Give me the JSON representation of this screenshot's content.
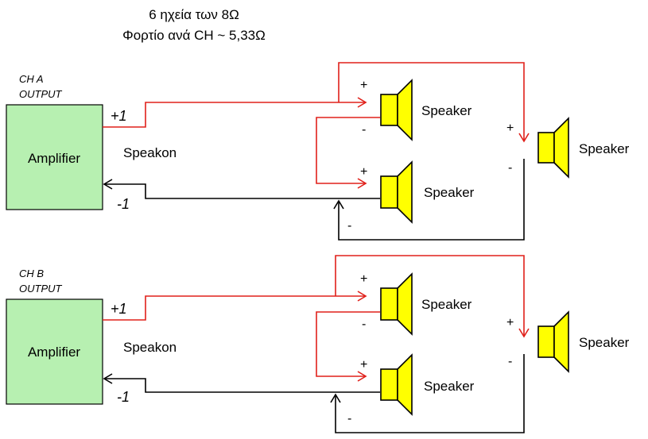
{
  "title": {
    "line1": "6 ηχεία των 8Ω",
    "line2": "Φορτίο ανά CH ~ 5,33Ω"
  },
  "channels": [
    {
      "output_line1": "CH A",
      "output_line2": "OUTPUT",
      "amplifier_label": "Amplifier",
      "plus_signal": "+1",
      "minus_signal": "-1",
      "connector_label": "Speakon",
      "speakers": [
        {
          "label": "Speaker",
          "plus": "+",
          "minus": "-"
        },
        {
          "label": "Speaker",
          "plus": "+",
          "minus": ""
        },
        {
          "label": "Speaker",
          "plus": "+",
          "minus": "-"
        }
      ],
      "return_minus": "-"
    },
    {
      "output_line1": "CH B",
      "output_line2": "OUTPUT",
      "amplifier_label": "Amplifier",
      "plus_signal": "+1",
      "minus_signal": "-1",
      "connector_label": "Speakon",
      "speakers": [
        {
          "label": "Speaker",
          "plus": "+",
          "minus": "-"
        },
        {
          "label": "Speaker",
          "plus": "+",
          "minus": ""
        },
        {
          "label": "Speaker",
          "plus": "+",
          "minus": "-"
        }
      ],
      "return_minus": "-"
    }
  ],
  "colors": {
    "positive_wire": "#e0201a",
    "negative_wire": "#000000",
    "amplifier_fill": "#b7f0b1",
    "speaker_fill": "#ffff00"
  }
}
